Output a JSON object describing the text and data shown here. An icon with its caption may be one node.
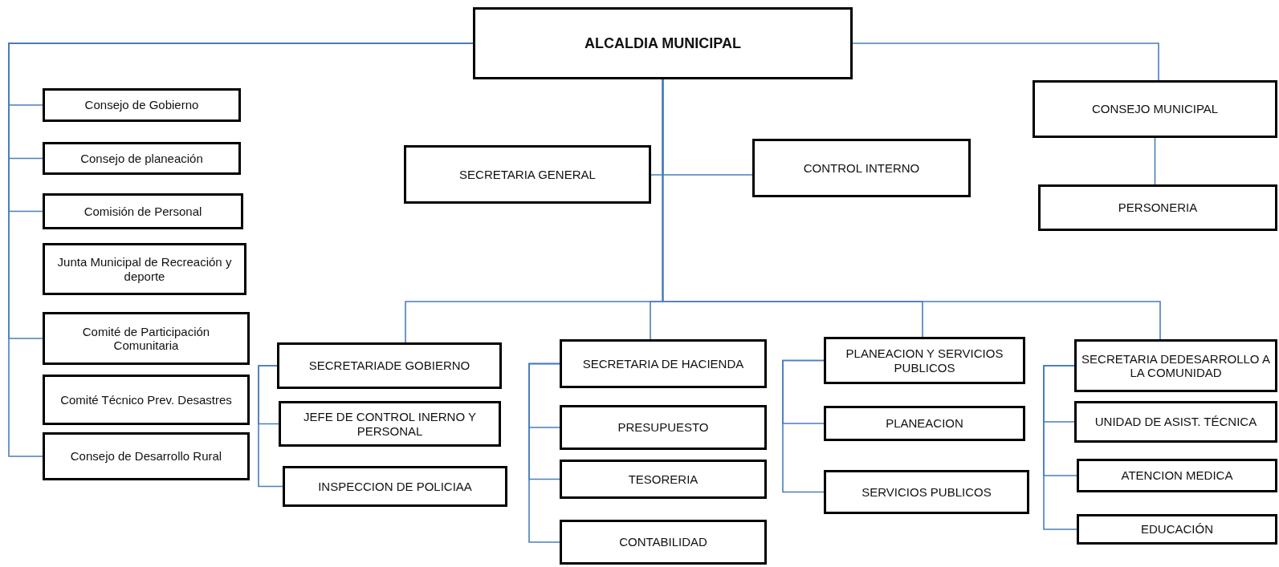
{
  "diagram": {
    "nodes": [
      {
        "text": [
          "ALCALDIA MUNICIPAL"
        ]
      },
      {
        "text": [
          "Consejo de Gobierno"
        ]
      },
      {
        "text": [
          "Consejo de planeación"
        ]
      },
      {
        "text": [
          "Comisión de Personal"
        ]
      },
      {
        "text": [
          "Junta Municipal de Recreación y deporte"
        ]
      },
      {
        "text": [
          "Comité de Participación Comunitaria"
        ]
      },
      {
        "text": [
          "Comité Técnico Prev. Desastres"
        ]
      },
      {
        "text": [
          "Consejo de Desarrollo Rural"
        ]
      },
      {
        "text": [
          "SECRETARIA GENERAL"
        ]
      },
      {
        "text": [
          "CONTROL INTERNO"
        ]
      },
      {
        "text": [
          "CONSEJO MUNICIPAL"
        ]
      },
      {
        "text": [
          "PERSONERIA"
        ]
      },
      {
        "text": [
          "SECRETARIADE GOBIERNO"
        ]
      },
      {
        "text": [
          "JEFE DE CONTROL INERNO Y PERSONAL"
        ]
      },
      {
        "text": [
          "INSPECCION DE POLICIAA"
        ]
      },
      {
        "text": [
          "SECRETARIA DE HACIENDA"
        ]
      },
      {
        "text": [
          "PRESUPUESTO"
        ]
      },
      {
        "text": [
          "TESORERIA"
        ]
      },
      {
        "text": [
          "CONTABILIDAD"
        ]
      },
      {
        "text": [
          "PLANEACION Y SERVICIOS PUBLICOS"
        ]
      },
      {
        "text": [
          "PLANEACION"
        ]
      },
      {
        "text": [
          "SERVICIOS PUBLICOS"
        ]
      },
      {
        "text": [
          "SECRETARIA DEDESARROLLO A LA COMUNIDAD"
        ]
      },
      {
        "text": [
          "UNIDAD DE ASIST. TÉCNICA"
        ]
      },
      {
        "text": [
          "ATENCION MEDICA"
        ]
      },
      {
        "text": [
          "EDUCACIÓN"
        ]
      }
    ],
    "edges": [
      {
        "from": 0,
        "to": 1,
        "arrow": "none"
      },
      {
        "from": 0,
        "to": 2,
        "arrow": "none"
      },
      {
        "from": 0,
        "to": 3,
        "arrow": "none"
      },
      {
        "from": 0,
        "to": 5,
        "arrow": "none"
      },
      {
        "from": 0,
        "to": 7,
        "arrow": "none"
      },
      {
        "from": 0,
        "to": 8,
        "arrow": "none"
      },
      {
        "from": 0,
        "to": 9,
        "arrow": "none"
      },
      {
        "from": 0,
        "to": 10,
        "arrow": "none"
      },
      {
        "from": 10,
        "to": 11,
        "arrow": "none"
      },
      {
        "from": 0,
        "to": 12,
        "arrow": "none"
      },
      {
        "from": 0,
        "to": 15,
        "arrow": "none"
      },
      {
        "from": 0,
        "to": 19,
        "arrow": "none"
      },
      {
        "from": 0,
        "to": 22,
        "arrow": "none"
      },
      {
        "from": 12,
        "to": 13,
        "arrow": "none"
      },
      {
        "from": 12,
        "to": 14,
        "arrow": "none"
      },
      {
        "from": 15,
        "to": 16,
        "arrow": "none"
      },
      {
        "from": 15,
        "to": 17,
        "arrow": "none"
      },
      {
        "from": 15,
        "to": 18,
        "arrow": "none"
      },
      {
        "from": 19,
        "to": 20,
        "arrow": "none"
      },
      {
        "from": 19,
        "to": 21,
        "arrow": "none"
      },
      {
        "from": 22,
        "to": 23,
        "arrow": "none"
      },
      {
        "from": 22,
        "to": 24,
        "arrow": "none"
      },
      {
        "from": 22,
        "to": 25,
        "arrow": "none"
      }
    ]
  }
}
